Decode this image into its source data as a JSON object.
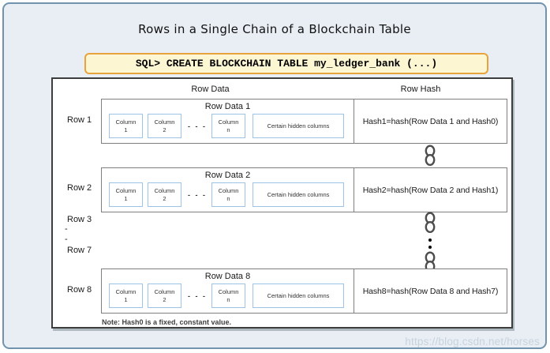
{
  "title": "Rows in a Single Chain of a Blockchain Table",
  "sql_box": {
    "command": "SQL> CREATE BLOCKCHAIN TABLE my_ledger_bank (...)"
  },
  "diagram": {
    "headers": {
      "data": "Row Data",
      "hash": "Row Hash"
    },
    "rows": [
      {
        "label": "Row 1",
        "data_title": "Row Data 1",
        "hash": "Hash1=hash(Row Data 1 and Hash0)",
        "col1": {
          "line1": "Column",
          "line2": "1"
        },
        "col2": {
          "line1": "Column",
          "line2": "2"
        },
        "ellipsis": "- - -",
        "coln": {
          "line1": "Column",
          "line2": "n"
        },
        "hidden_columns": "Certain hidden columns"
      },
      {
        "label": "Row 2",
        "data_title": "Row Data 2",
        "hash": "Hash2=hash(Row Data 2 and Hash1)",
        "col1": {
          "line1": "Column",
          "line2": "1"
        },
        "col2": {
          "line1": "Column",
          "line2": "2"
        },
        "ellipsis": "- - -",
        "coln": {
          "line1": "Column",
          "line2": "n"
        },
        "hidden_columns": "Certain hidden columns"
      },
      {
        "label": "Row 8",
        "data_title": "Row Data 8",
        "hash": "Hash8=hash(Row Data 8 and Hash7)",
        "col1": {
          "line1": "Column",
          "line2": "1"
        },
        "col2": {
          "line1": "Column",
          "line2": "2"
        },
        "ellipsis": "- - -",
        "coln": {
          "line1": "Column",
          "line2": "n"
        },
        "hidden_columns": "Certain hidden columns"
      }
    ],
    "middle_labels": {
      "row3": "Row 3",
      "dash1": "-",
      "dash2": "-",
      "row7": "Row 7"
    },
    "note": "Note: Hash0 is a fixed, constant value.",
    "icons": {
      "chain": "chain-link-icon",
      "dots": "vertical-ellipsis-dots"
    }
  },
  "watermark": "https://blog.csdn.net/horses",
  "colors": {
    "container_bg": "#e8eef4",
    "container_border": "#7193ae",
    "sql_bg": "#fdf6d3",
    "sql_border": "#e9a33c",
    "diagram_border": "#3d3d3d",
    "row_border": "#7f7f7f",
    "column_border": "#9dc3e6",
    "chain_stroke": "#4d4d4d",
    "watermark_color": "#c8d3dc"
  }
}
